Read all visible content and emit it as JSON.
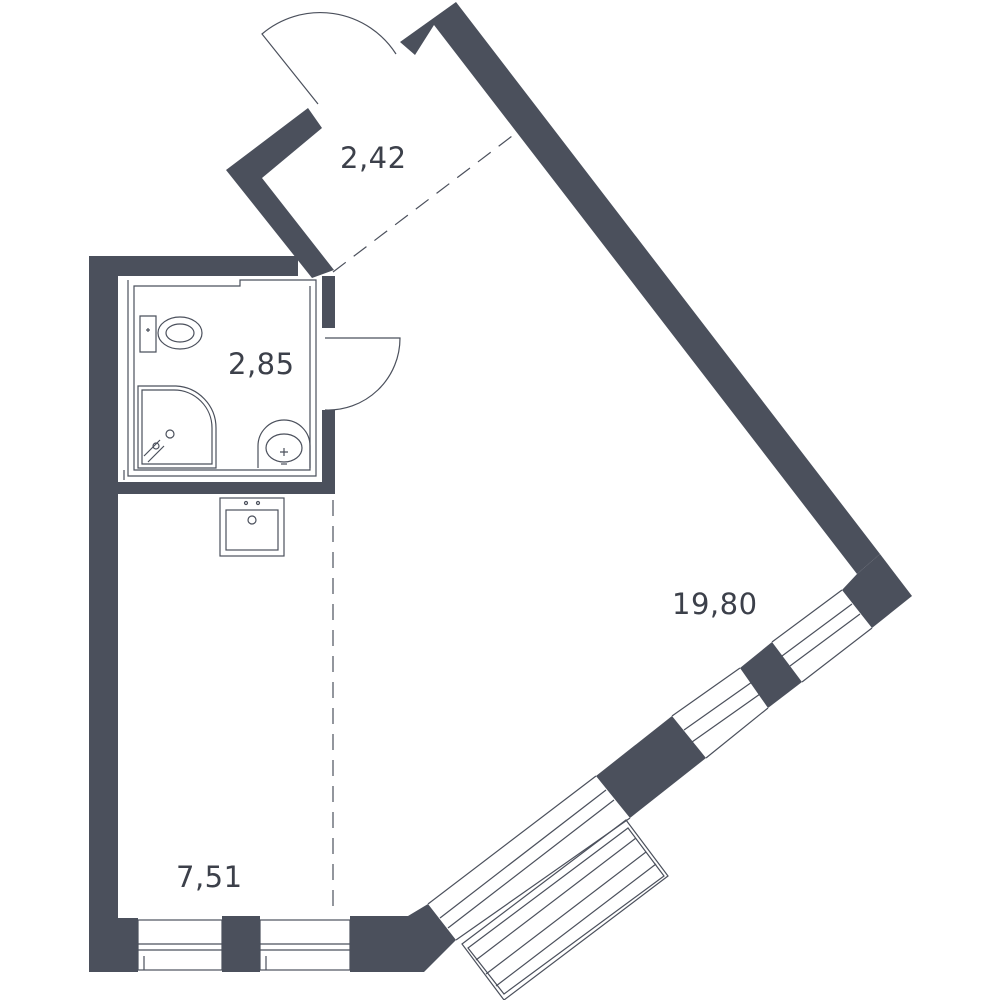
{
  "colors": {
    "wall": "#4b505c",
    "label": "#3c404a",
    "background": "#ffffff"
  },
  "rooms": [
    {
      "name": "hallway",
      "area": "2,42"
    },
    {
      "name": "bathroom",
      "area": "2,85"
    },
    {
      "name": "kitchen-zone",
      "area": "7,51"
    },
    {
      "name": "living-room",
      "area": "19,80"
    }
  ]
}
